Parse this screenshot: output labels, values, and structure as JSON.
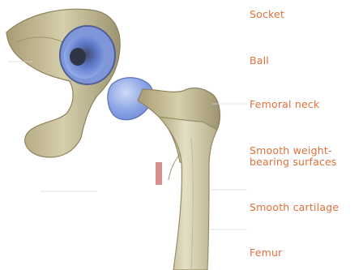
{
  "labels": {
    "socket": "Socket",
    "ball": "Ball",
    "femoral_neck": "Femoral neck",
    "surfaces_line1": "Smooth weight-",
    "surfaces_line2": "bearing surfaces",
    "cartilage": "Smooth cartilage",
    "femur": "Femur"
  },
  "colors": {
    "label_text": "#e0703a",
    "bone": "#c9c29a",
    "cartilage": "#7f9fe3"
  }
}
